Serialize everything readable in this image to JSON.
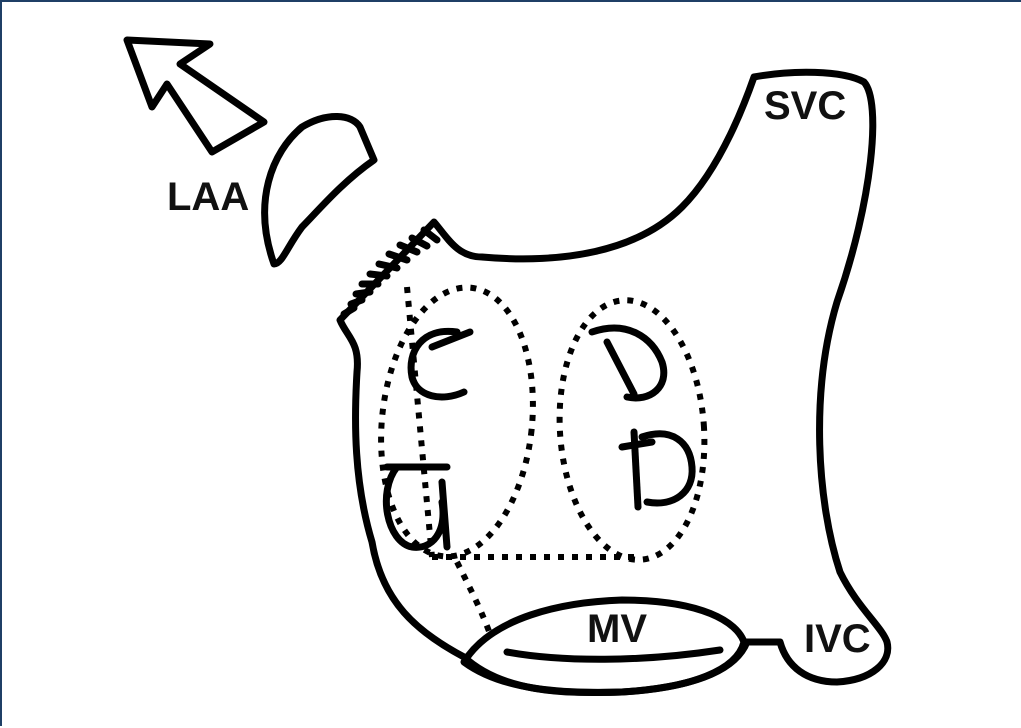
{
  "diagram": {
    "labels": {
      "laa": "LAA",
      "svc": "SVC",
      "mv": "MV",
      "ivc": "IVC"
    },
    "colors": {
      "line": "#000000",
      "background": "#ffffff",
      "frame": "#1f3f66"
    }
  }
}
